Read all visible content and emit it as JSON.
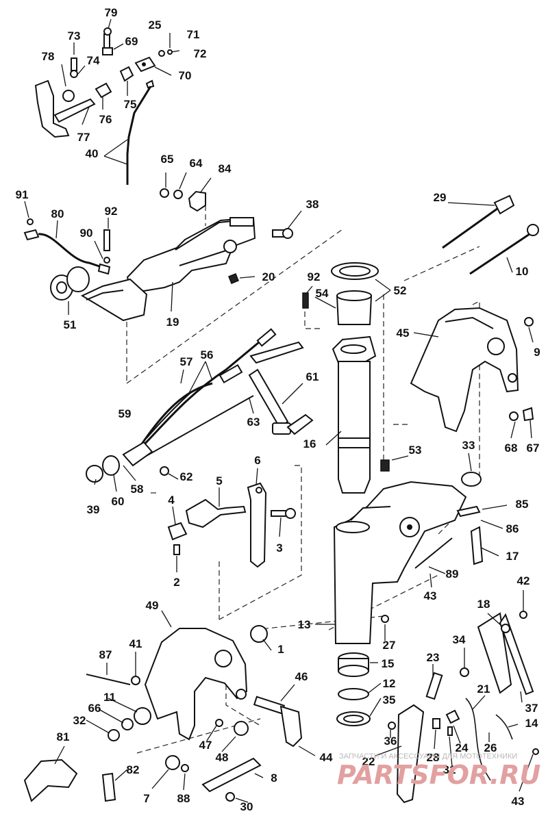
{
  "callouts": [
    "79",
    "25",
    "71",
    "73",
    "69",
    "72",
    "78",
    "74",
    "70",
    "75",
    "76",
    "77",
    "40",
    "65",
    "64",
    "84",
    "91",
    "80",
    "92",
    "90",
    "51",
    "19",
    "38",
    "20",
    "29",
    "10",
    "92",
    "54",
    "52",
    "9",
    "45",
    "57",
    "56",
    "61",
    "59",
    "63",
    "16",
    "53",
    "33",
    "68",
    "67",
    "6",
    "5",
    "4",
    "3",
    "2",
    "39",
    "60",
    "58",
    "62",
    "85",
    "86",
    "17",
    "89",
    "43",
    "42",
    "18",
    "49",
    "41",
    "87",
    "1",
    "13",
    "27",
    "34",
    "23",
    "15",
    "12",
    "35",
    "37",
    "21",
    "11",
    "66",
    "32",
    "46",
    "14",
    "81",
    "47",
    "48",
    "44",
    "36",
    "22",
    "28",
    "24",
    "26",
    "31",
    "82",
    "7",
    "88",
    "8",
    "30",
    "43"
  ],
  "watermark": {
    "caption": "ЗАПЧАСТИ И АКСЕССУАРЫ ДЛЯ МОТОТЕХНИКИ",
    "logo_text": "PARTSFOR.RU"
  }
}
